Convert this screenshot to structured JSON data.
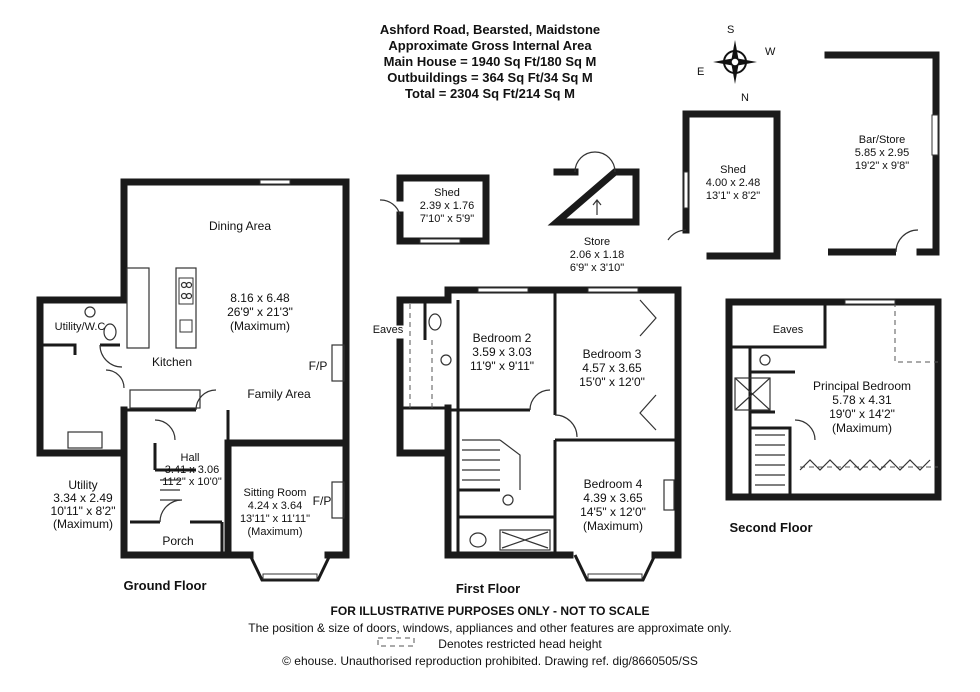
{
  "header": {
    "line1": "Ashford Road, Bearsted, Maidstone",
    "line2": "Approximate Gross Internal Area",
    "line3": "Main House = 1940 Sq Ft/180 Sq M",
    "line4": "Outbuildings = 364 Sq Ft/34 Sq M",
    "line5": "Total = 2304 Sq Ft/214 Sq M"
  },
  "compass": {
    "s": "S",
    "w": "W",
    "e": "E",
    "n": "N"
  },
  "floors": {
    "ground": "Ground Floor",
    "first": "First Floor",
    "second": "Second Floor"
  },
  "rooms": {
    "dining": {
      "name": "Dining Area"
    },
    "kitchen_dims": {
      "l1": "8.16 x 6.48",
      "l2": "26'9\" x 21'3\"",
      "l3": "(Maximum)"
    },
    "kitchen": {
      "name": "Kitchen"
    },
    "family": {
      "name": "Family Area"
    },
    "fp1": "F/P",
    "fp2": "F/P",
    "utility_wc": {
      "name": "Utility/W.C"
    },
    "utility": {
      "name": "Utility",
      "l1": "3.34 x 2.49",
      "l2": "10'11\" x 8'2\"",
      "l3": "(Maximum)"
    },
    "hall": {
      "name": "Hall",
      "l1": "3.41 x 3.06",
      "l2": "11'2\" x 10'0\""
    },
    "sitting": {
      "name": "Sitting Room",
      "l1": "4.24 x 3.64",
      "l2": "13'11\" x 11'11\"",
      "l3": "(Maximum)"
    },
    "porch": {
      "name": "Porch"
    },
    "eaves1": {
      "name": "Eaves"
    },
    "bed2": {
      "name": "Bedroom 2",
      "l1": "3.59 x 3.03",
      "l2": "11'9\" x 9'11\""
    },
    "bed3": {
      "name": "Bedroom 3",
      "l1": "4.57 x 3.65",
      "l2": "15'0\" x 12'0\""
    },
    "bed4": {
      "name": "Bedroom 4",
      "l1": "4.39 x 3.65",
      "l2": "14'5\" x 12'0\"",
      "l3": "(Maximum)"
    },
    "eaves2": {
      "name": "Eaves"
    },
    "principal": {
      "name": "Principal Bedroom",
      "l1": "5.78 x 4.31",
      "l2": "19'0\" x 14'2\"",
      "l3": "(Maximum)"
    },
    "shed_small": {
      "name": "Shed",
      "l1": "2.39 x 1.76",
      "l2": "7'10\" x 5'9\""
    },
    "store": {
      "name": "Store",
      "l1": "2.06 x 1.18",
      "l2": "6'9\" x 3'10\""
    },
    "shed_large": {
      "name": "Shed",
      "l1": "4.00 x 2.48",
      "l2": "13'1\" x 8'2\""
    },
    "bar": {
      "name": "Bar/Store",
      "l1": "5.85 x 2.95",
      "l2": "19'2\" x 9'8\""
    }
  },
  "footer": {
    "line1": "FOR ILLUSTRATIVE PURPOSES ONLY - NOT TO SCALE",
    "line2": "The position & size of doors, windows, appliances and other features are approximate only.",
    "line3": "Denotes restricted head height",
    "line4": "© ehouse. Unauthorised reproduction prohibited. Drawing ref. dig/8660505/SS"
  }
}
